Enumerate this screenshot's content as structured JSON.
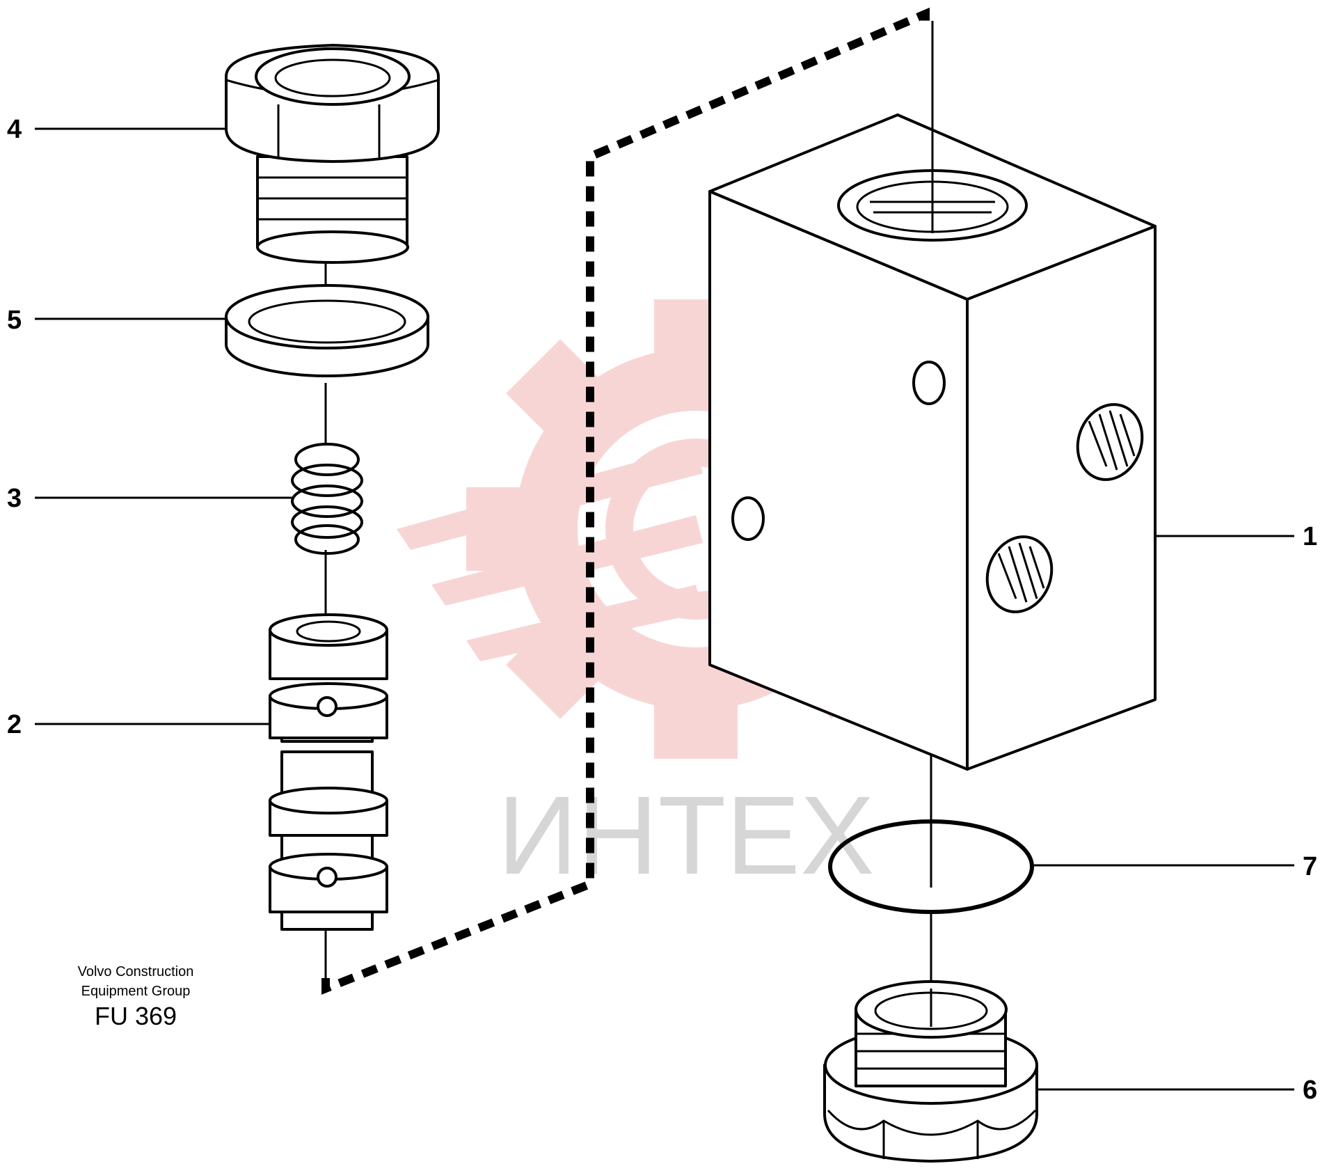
{
  "diagram": {
    "callouts": [
      {
        "id": "4",
        "label": "4"
      },
      {
        "id": "5",
        "label": "5"
      },
      {
        "id": "3",
        "label": "3"
      },
      {
        "id": "2",
        "label": "2"
      },
      {
        "id": "1",
        "label": "1"
      },
      {
        "id": "7",
        "label": "7"
      },
      {
        "id": "6",
        "label": "6"
      }
    ],
    "credit": {
      "line1": "Volvo Construction",
      "line2": "Equipment Group",
      "code": "FU 369"
    },
    "watermark": {
      "text": "ИНТЕХ",
      "color": "#f3b4b4"
    }
  }
}
